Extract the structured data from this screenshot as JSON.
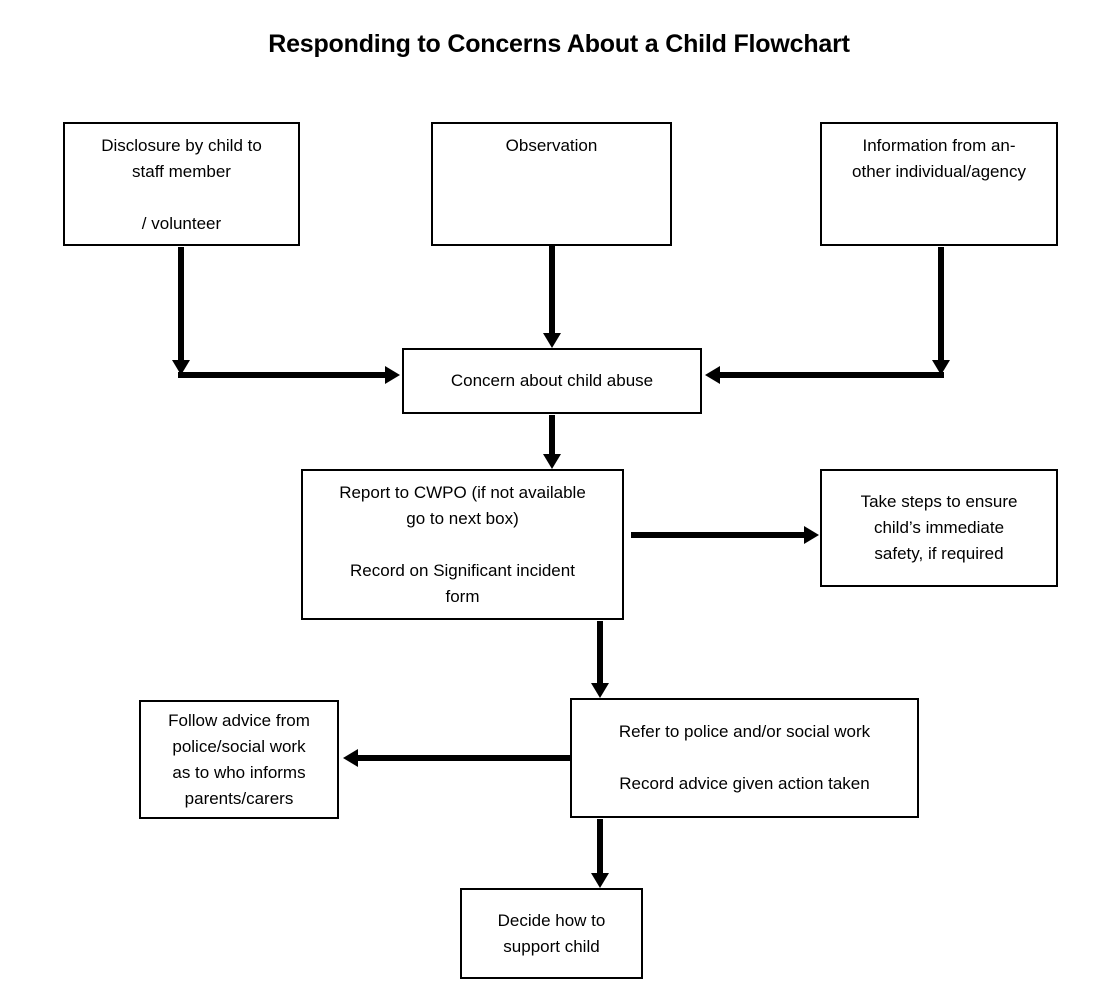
{
  "page": {
    "title": "Responding to Concerns About a Child Flowchart",
    "background_color": "#ffffff",
    "line_color": "#000000",
    "text_color": "#000000"
  },
  "nodes": {
    "disclosure": {
      "line1": "Disclosure by child to",
      "line2": "staff member",
      "line3": "/ volunteer"
    },
    "observation": {
      "line1": "Observation"
    },
    "information": {
      "line1": "Information from an-",
      "line2": "other individual/agency"
    },
    "concern": {
      "line1": "Concern about child abuse"
    },
    "report_cwpo": {
      "line1": "Report to CWPO (if not available",
      "line2": "go to next box)",
      "line3": "Record on Significant incident",
      "line4": "form"
    },
    "take_steps": {
      "line1": "Take steps to ensure",
      "line2": "child’s immediate",
      "line3": "safety, if required"
    },
    "refer": {
      "line1": "Refer to police and/or social work",
      "line2": "Record advice given action taken"
    },
    "follow_advice": {
      "line1": "Follow advice from",
      "line2": "police/social work",
      "line3": "as to who informs",
      "line4": "parents/carers"
    },
    "decide": {
      "line1": "Decide how to",
      "line2": "support child"
    }
  },
  "connectors": [
    {
      "name": "disclosure-down",
      "direction": "down"
    },
    {
      "name": "disclosure-to-concern",
      "direction": "right"
    },
    {
      "name": "observation-to-concern",
      "direction": "down"
    },
    {
      "name": "information-down",
      "direction": "down"
    },
    {
      "name": "information-to-concern",
      "direction": "left"
    },
    {
      "name": "concern-to-report",
      "direction": "down"
    },
    {
      "name": "report-to-take-steps",
      "direction": "right"
    },
    {
      "name": "report-to-refer",
      "direction": "down"
    },
    {
      "name": "refer-to-follow-advice",
      "direction": "left"
    },
    {
      "name": "refer-to-decide",
      "direction": "down"
    }
  ]
}
